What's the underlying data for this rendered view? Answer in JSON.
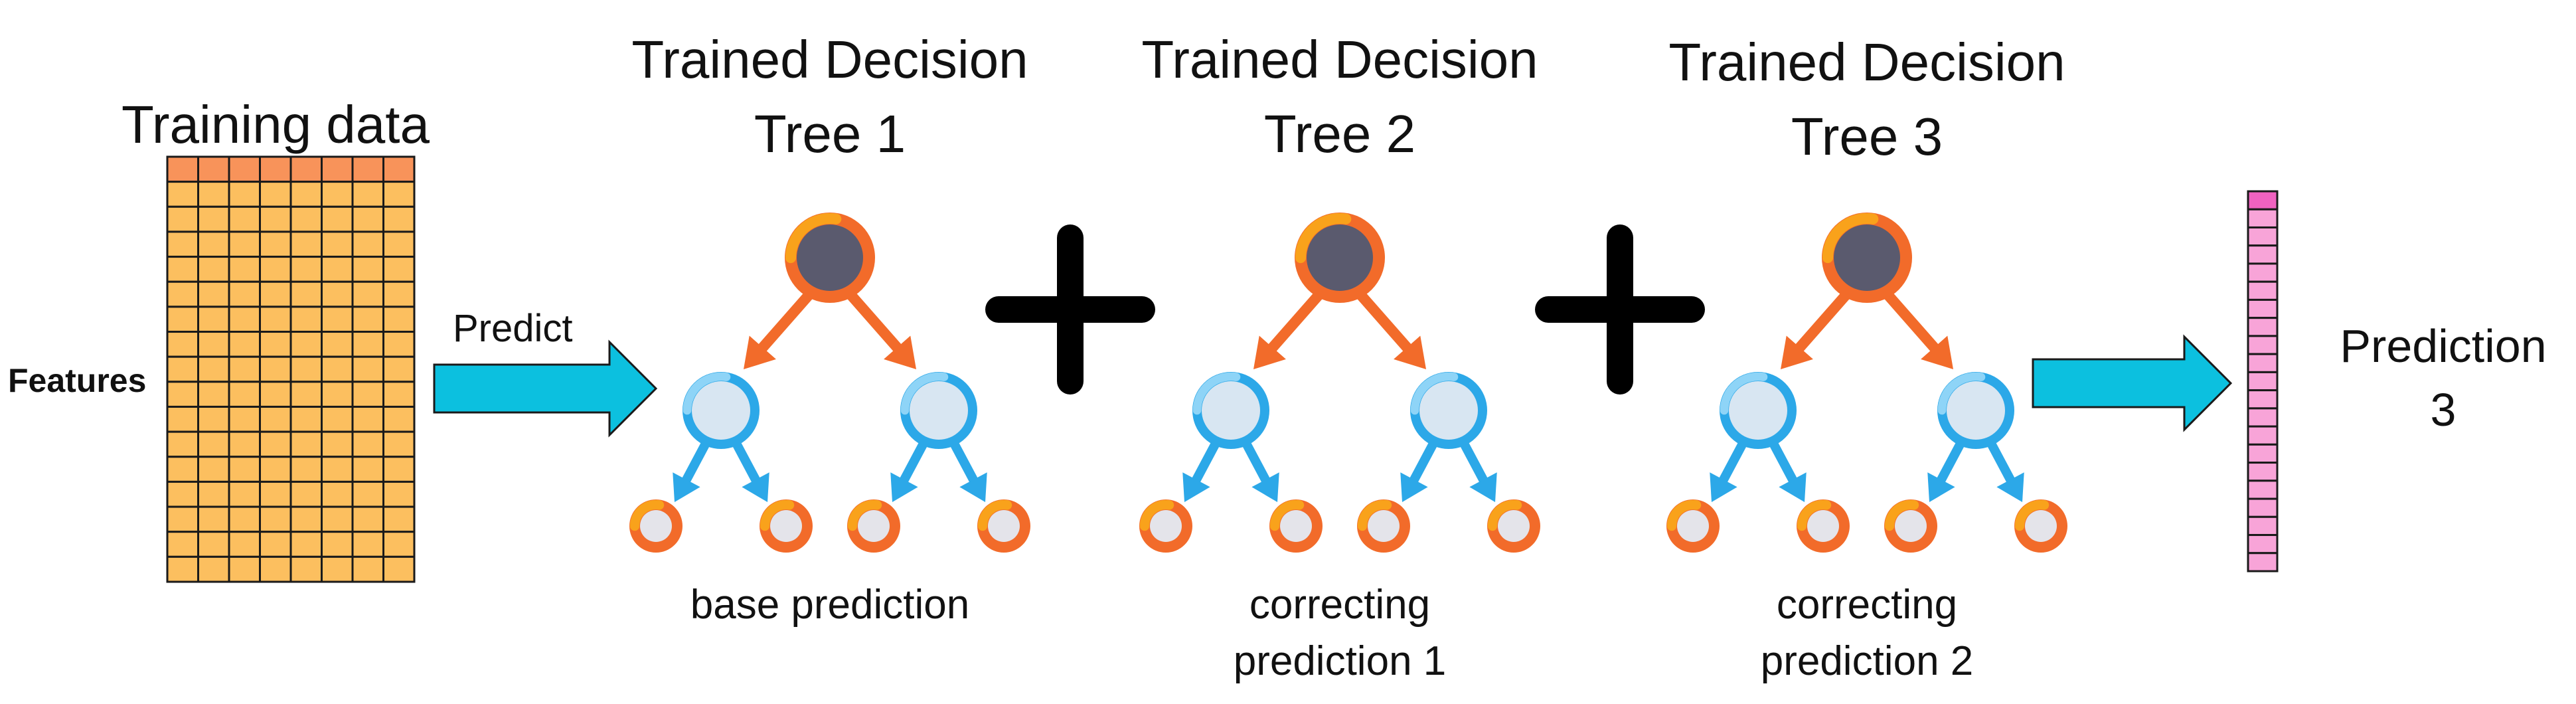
{
  "training_data": {
    "title": "Training data",
    "features_label": "Features",
    "grid_color": "#FCBF5F",
    "header_color": "#F8935A",
    "rows": 17,
    "cols": 8
  },
  "predict_label": "Predict",
  "arrow_color": "#0CC0DF",
  "trees": [
    {
      "title_line1": "Trained Decision",
      "title_line2": "Tree 1",
      "caption_line1": "base prediction",
      "caption_line2": ""
    },
    {
      "title_line1": "Trained Decision",
      "title_line2": "Tree 2",
      "caption_line1": "correcting",
      "caption_line2": "prediction 1"
    },
    {
      "title_line1": "Trained Decision",
      "title_line2": "Tree 3",
      "caption_line1": "correcting",
      "caption_line2": "prediction 2"
    }
  ],
  "tree_colors": {
    "root_ring": "#F26B2A",
    "root_ring_accent": "#F9A21B",
    "root_center": "#5A5A6E",
    "mid_ring": "#2CA8E8",
    "mid_ring_accent": "#8ED4F7",
    "mid_center": "#D8E6F2",
    "leaf_ring": "#F26B2A",
    "leaf_ring_accent": "#F9A21B",
    "leaf_center": "#E4E4EA",
    "orange_arrow": "#F26B2A",
    "blue_arrow": "#2CA8E8"
  },
  "plus_symbol": "+",
  "output": {
    "label_line1": "Prediction",
    "label_line2": "3",
    "vector_color": "#F8A4D8",
    "vector_top_color": "#F062C0",
    "cells": 21
  }
}
